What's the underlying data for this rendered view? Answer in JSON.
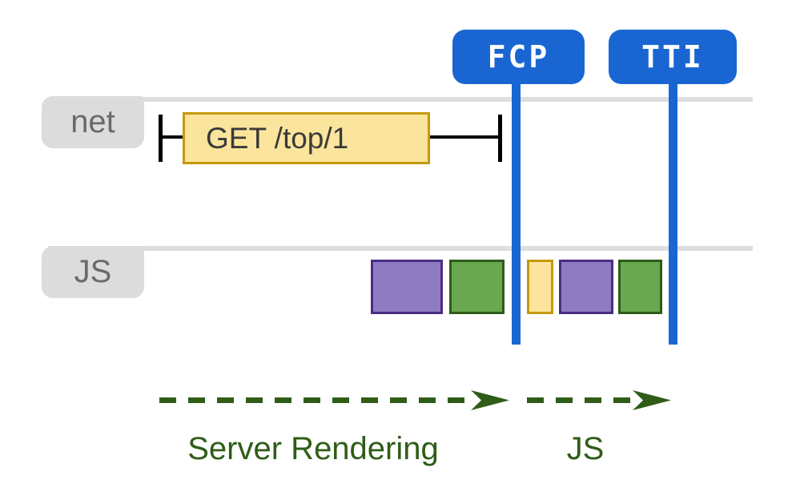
{
  "markers": [
    {
      "id": "fcp",
      "label": "FCP"
    },
    {
      "id": "tti",
      "label": "TTI"
    }
  ],
  "lanes": [
    {
      "id": "net",
      "label": "net"
    },
    {
      "id": "js",
      "label": "JS"
    }
  ],
  "network_request": {
    "label": "GET /top/1"
  },
  "js_blocks": [
    {
      "color": "purple"
    },
    {
      "color": "green"
    },
    {
      "color": "yellow"
    },
    {
      "color": "purple"
    },
    {
      "color": "green"
    }
  ],
  "phases": [
    {
      "label": "Server Rendering"
    },
    {
      "label": "JS"
    }
  ],
  "colors": {
    "marker_blue": "#1966D2",
    "lane_line_gray": "#DEDEDE",
    "lane_label_bg": "#DCDCDC",
    "lane_label_text": "#6A6A6A",
    "yellow_fill": "#FBE49C",
    "yellow_border": "#C49A0B",
    "purple_fill": "#8E7CC3",
    "purple_border": "#4B2D83",
    "green_fill": "#6AA84F",
    "green_border": "#2E5C1A",
    "phase_green": "#2F5D17",
    "request_text": "#3A3A3A",
    "whisker_black": "#000000"
  }
}
